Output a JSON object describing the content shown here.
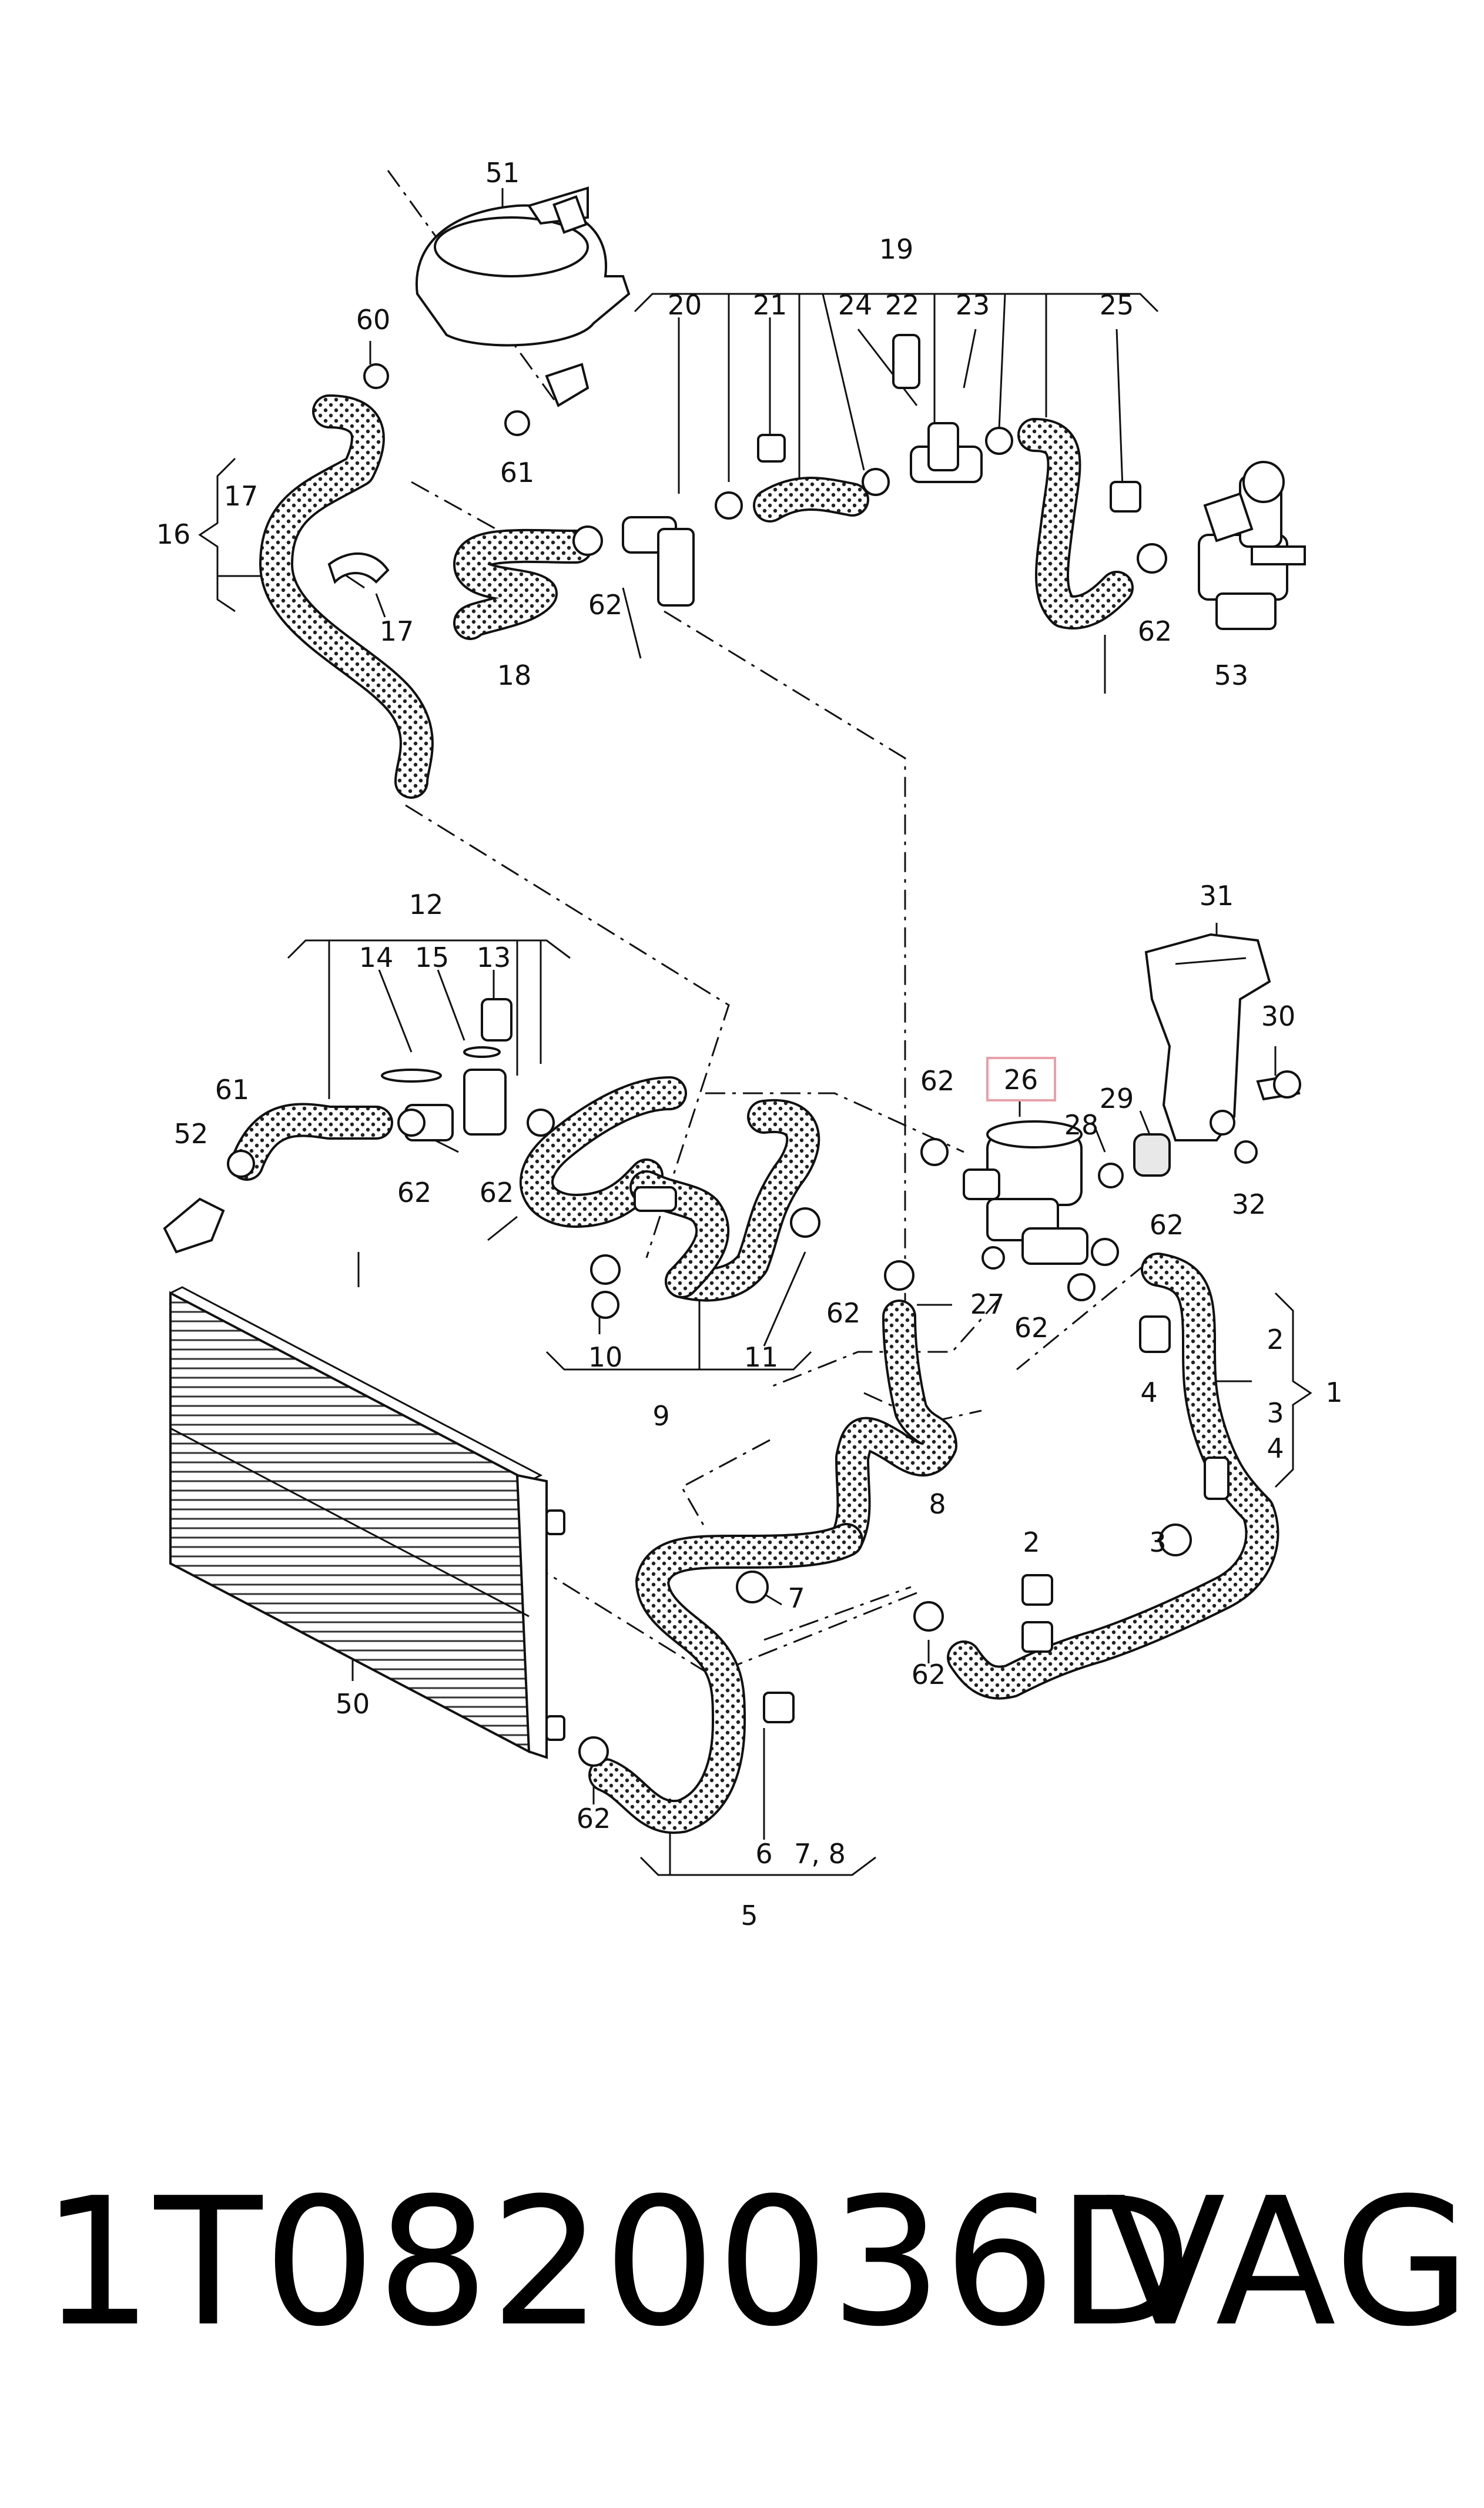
{
  "labels": {
    "p1": "1",
    "p2a": "2",
    "p2b": "2",
    "p3a": "3",
    "p3b": "3",
    "p4a": "4",
    "p4b": "4",
    "p5": "5",
    "p6": "6",
    "p78": "7, 8",
    "p7": "7",
    "p8": "8",
    "p9": "9",
    "p10": "10",
    "p11": "11",
    "p12": "12",
    "p13": "13",
    "p14": "14",
    "p15": "15",
    "p16": "16",
    "p17a": "17",
    "p17b": "17",
    "p18": "18",
    "p19": "19",
    "p20": "20",
    "p21": "21",
    "p22": "22",
    "p23": "23",
    "p24": "24",
    "p25": "25",
    "p26": "26",
    "p27": "27",
    "p28": "28",
    "p29": "29",
    "p30": "30",
    "p31": "31",
    "p32": "32",
    "p50": "50",
    "p51": "51",
    "p52": "52",
    "p53": "53",
    "p60": "60",
    "p61a": "61",
    "p61b": "61",
    "p62a": "62",
    "p62b": "62",
    "p62c": "62",
    "p62d": "62",
    "p62e": "62",
    "p62f": "62",
    "p62g": "62",
    "p62h": "62",
    "p62i": "62",
    "p62j": "62"
  },
  "highlight": {
    "part": "26",
    "color": "#e8a0a8"
  },
  "footer": {
    "part_number": "1T0820036D",
    "brand": "VAG"
  }
}
